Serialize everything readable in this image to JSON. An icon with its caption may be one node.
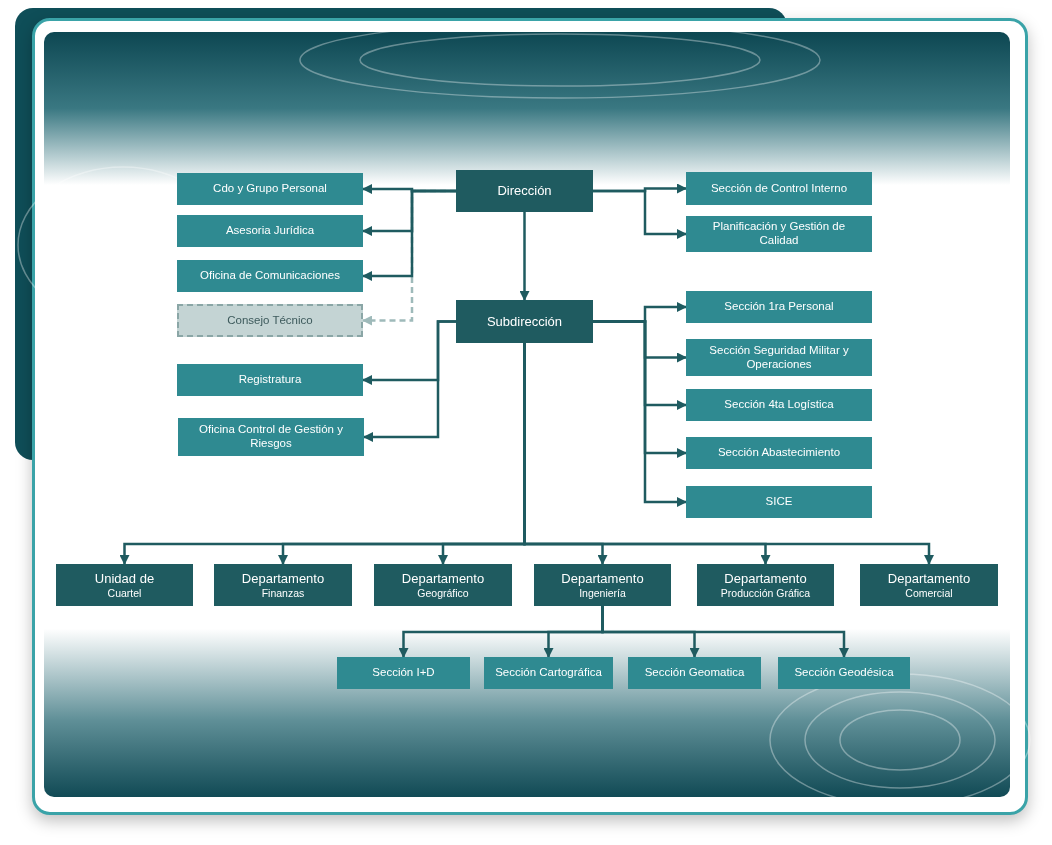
{
  "diagram": {
    "nodes": [
      {
        "text": [
          "Dirección"
        ]
      },
      {
        "text": [
          "Cdo y Grupo Personal"
        ]
      },
      {
        "text": [
          "Asesoria Jurídica"
        ]
      },
      {
        "text": [
          "Oficina de Comunicaciones"
        ]
      },
      {
        "text": [
          "Consejo Técnico"
        ]
      },
      {
        "text": [
          "Sección de Control Interno"
        ]
      },
      {
        "text": [
          "Planificación y Gestión de Calidad"
        ]
      },
      {
        "text": [
          "Subdirección"
        ]
      },
      {
        "text": [
          "Registratura"
        ]
      },
      {
        "text": [
          "Oficina Control de Gestión y Riesgos"
        ]
      },
      {
        "text": [
          "Sección 1ra Personal"
        ]
      },
      {
        "text": [
          "Sección Seguridad Militar y Operaciones"
        ]
      },
      {
        "text": [
          "Sección 4ta Logística"
        ]
      },
      {
        "text": [
          "Sección Abastecimiento"
        ]
      },
      {
        "text": [
          "SICE"
        ]
      },
      {
        "text": [
          "Unidad de",
          "Cuartel"
        ]
      },
      {
        "text": [
          "Departamento",
          "Finanzas"
        ]
      },
      {
        "text": [
          "Departamento",
          "Geográfico"
        ]
      },
      {
        "text": [
          "Departamento",
          "Ingeniería"
        ]
      },
      {
        "text": [
          "Departamento",
          "Producción Gráfica"
        ]
      },
      {
        "text": [
          "Departamento",
          "Comercial"
        ]
      },
      {
        "text": [
          "Sección I+D"
        ]
      },
      {
        "text": [
          "Sección Cartográfica"
        ]
      },
      {
        "text": [
          "Sección Geomatica"
        ]
      },
      {
        "text": [
          "Sección Geodésica"
        ]
      }
    ],
    "edges": [
      {
        "from": 0,
        "to": 1,
        "arrow": "to"
      },
      {
        "from": 0,
        "to": 2,
        "arrow": "to"
      },
      {
        "from": 0,
        "to": 3,
        "arrow": "to"
      },
      {
        "from": 0,
        "to": 4,
        "arrow": "to",
        "style": "dashed",
        "color": "#9fbaba"
      },
      {
        "from": 0,
        "to": 5,
        "arrow": "to"
      },
      {
        "from": 0,
        "to": 6,
        "arrow": "to"
      },
      {
        "from": 0,
        "to": 7,
        "arrow": "to"
      },
      {
        "from": 7,
        "to": 8,
        "arrow": "to"
      },
      {
        "from": 7,
        "to": 9,
        "arrow": "to"
      },
      {
        "from": 7,
        "to": 10,
        "arrow": "to"
      },
      {
        "from": 7,
        "to": 11,
        "arrow": "to"
      },
      {
        "from": 7,
        "to": 12,
        "arrow": "to"
      },
      {
        "from": 7,
        "to": 13,
        "arrow": "to"
      },
      {
        "from": 7,
        "to": 14,
        "arrow": "to"
      },
      {
        "from": 7,
        "to": 15,
        "arrow": "to"
      },
      {
        "from": 7,
        "to": 16,
        "arrow": "to"
      },
      {
        "from": 7,
        "to": 17,
        "arrow": "to"
      },
      {
        "from": 7,
        "to": 18,
        "arrow": "to"
      },
      {
        "from": 7,
        "to": 19,
        "arrow": "to"
      },
      {
        "from": 7,
        "to": 20,
        "arrow": "to"
      },
      {
        "from": 18,
        "to": 21,
        "arrow": "to"
      },
      {
        "from": 18,
        "to": 22,
        "arrow": "to"
      },
      {
        "from": 18,
        "to": 23,
        "arrow": "to"
      },
      {
        "from": 18,
        "to": 24,
        "arrow": "to"
      }
    ]
  }
}
